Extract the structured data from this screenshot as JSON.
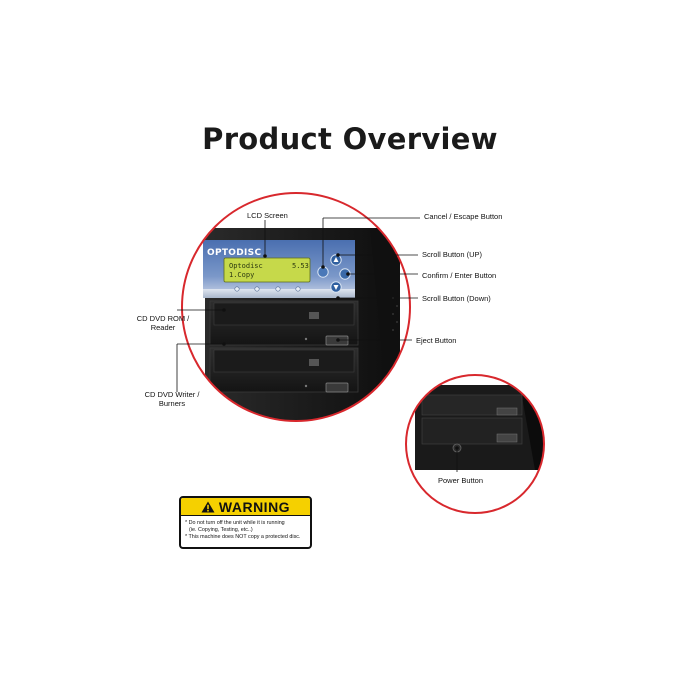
{
  "title": "Product Overview",
  "brand": "OPTODISC",
  "lcd": {
    "line1_left": "Optodisc",
    "line1_right": "5.53",
    "line2": "1.Copy"
  },
  "callouts": {
    "lcd_screen": "LCD Screen",
    "cancel_escape": "Cancel / Escape Button",
    "scroll_up": "Scroll Button (UP)",
    "confirm_enter": "Confirm / Enter Button",
    "scroll_down": "Scroll Button (Down)",
    "eject": "Eject Button",
    "reader_line1": "CD DVD ROM /",
    "reader_line2": "Reader",
    "writer_line1": "CD DVD Writer /",
    "writer_line2": "Burners",
    "power": "Power Button"
  },
  "warning": {
    "heading": "WARNING",
    "line1": "* Do not turn off the unit while it is running",
    "line2": "(ie. Copying, Testing, etc..)",
    "line3": "* This machine does NOT copy a protected disc."
  },
  "colors": {
    "accent_red": "#d8282d",
    "warning_yellow": "#f5d000",
    "lcd_green": "#c6d94a"
  }
}
